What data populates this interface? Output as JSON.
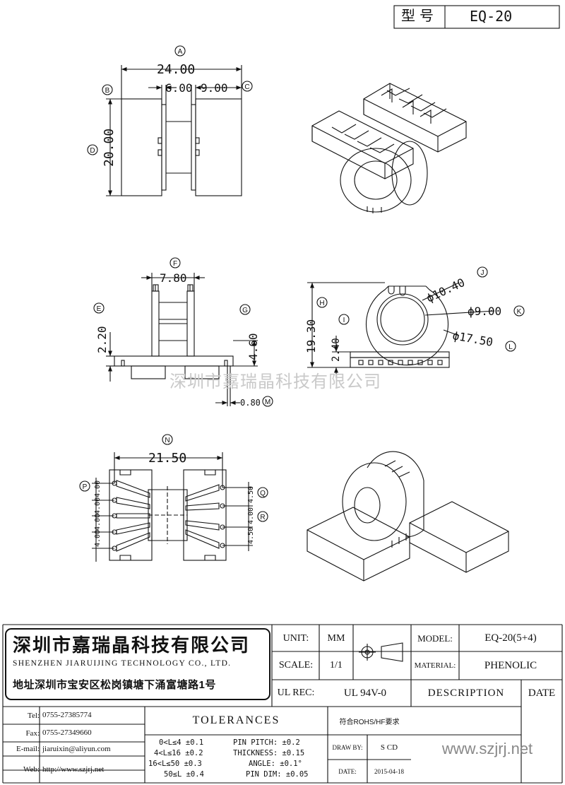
{
  "header": {
    "type_label": "型号",
    "model_top": "EQ-20"
  },
  "dims": {
    "A": "A",
    "B": "B",
    "C": "C",
    "D": "D",
    "E": "E",
    "F": "F",
    "G": "G",
    "H": "H",
    "I": "I",
    "J": "J",
    "K": "K",
    "L": "L",
    "M": "M",
    "N": "N",
    "P": "P",
    "Q": "Q",
    "R": "R",
    "width_total": "24.00",
    "slot_gap": "6.00",
    "side_width": "9.00",
    "height": "20.00",
    "pin_span": "7.80",
    "e_val": "2.20",
    "g_val": "4.60",
    "m_val": "0.80",
    "h_val": "19.30",
    "i_val": "2.40",
    "j_val": "ϕ10.40",
    "k_val": "ϕ9.00",
    "l_val": "ϕ17.50",
    "n_val": "21.50",
    "p_vals": [
      "4.00",
      "4.00",
      "4.00",
      "4.00"
    ],
    "q_val": "4.50",
    "r_mid": "4.00",
    "r_low": "4.50"
  },
  "watermark": "深圳市嘉瑞晶科技有限公司",
  "company": {
    "name_cn": "深圳市嘉瑞晶科技有限公司",
    "name_en": "SHENZHEN JIARUIJING TECHNOLOGY CO., LTD.",
    "address": "地址深圳市宝安区松岗镇塘下涌富塘路1号"
  },
  "titleblock": {
    "unit_label": "UNIT:",
    "unit_value": "MM",
    "scale_label": "SCALE:",
    "scale_value": "1/1",
    "ulrec_label": "UL REC:",
    "ulrec_value": "UL 94V-0",
    "model_label": "MODEL:",
    "model_value": "EQ-20(5+4)",
    "material_label": "MATERIAL:",
    "material_value": "PHENOLIC",
    "description_label": "DESCRIPTION",
    "date_label": "DATE",
    "tolerances_label": "TOLERANCES",
    "rohs": "符合ROHS/HF要求",
    "drawby_label": "DRAW BY:",
    "drawby_value": "S CD",
    "date_field_label": "DATE:",
    "date_value": "2015-04-18",
    "website_big": "www.szjrj.net"
  },
  "contact": {
    "tel_label": "Tel:",
    "tel_value": "0755-27385774",
    "fax_label": "Fax:",
    "fax_value": "0755-27349660",
    "email_label": "E-mail:",
    "email_value": "jiaruixin@aliyun.com",
    "web_label": "Web:",
    "web_value": "http://www.szjrj.net"
  },
  "tolerances": {
    "length_rows": [
      "0<L≤4 ±0.1",
      "4<L≤16 ±0.2",
      "16<L≤50 ±0.3",
      "50≤L ±0.4"
    ],
    "other_rows": [
      "PIN PITCH: ±0.2",
      "THICKNESS: ±0.15",
      "ANGLE: ±0.1°",
      "PIN DIM: ±0.05"
    ]
  }
}
